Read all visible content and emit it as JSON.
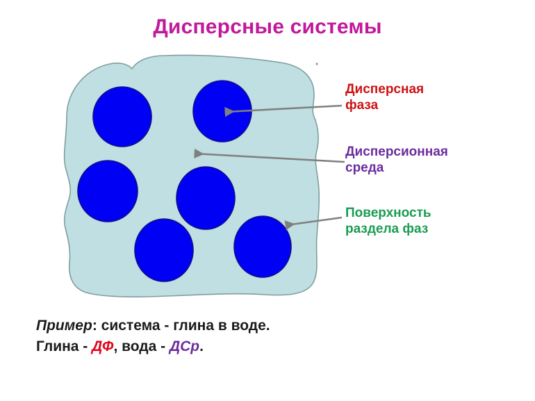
{
  "slide": {
    "title": "Дисперсные системы",
    "title_color": "#c2189a",
    "background_color": "#ffffff"
  },
  "diagram": {
    "blob": {
      "name": "dispersion-medium-blob",
      "fill_color": "#bfdfe2",
      "stroke_color": "#7f9e9e"
    },
    "particles": {
      "name": "dispersed-phase-particles",
      "count": 6,
      "fill_color": "#0000f5",
      "stroke_color": "#10108a"
    },
    "arrows": {
      "color": "#808080",
      "count": 3
    },
    "speck": {
      "color": "#9a9a9a"
    }
  },
  "callouts": {
    "dispersed_phase": {
      "text": "Дисперсная\nфаза",
      "color": "#cc1111"
    },
    "dispersion_medium": {
      "text": "Дисперсионная\nсреда",
      "color": "#6b2d9e"
    },
    "phase_interface": {
      "text": "Поверхность\nраздела фаз",
      "color": "#1a9c54"
    }
  },
  "example": {
    "line1": {
      "lead": "Пример",
      "rest": ": система - глина в воде."
    },
    "line2": {
      "part1": "Глина - ",
      "abbr1": "ДФ",
      "part2": ", вода - ",
      "abbr2": "ДСр",
      "part3": "."
    },
    "abbr1_color": "#e2061b",
    "abbr2_color": "#6b2d9e"
  }
}
